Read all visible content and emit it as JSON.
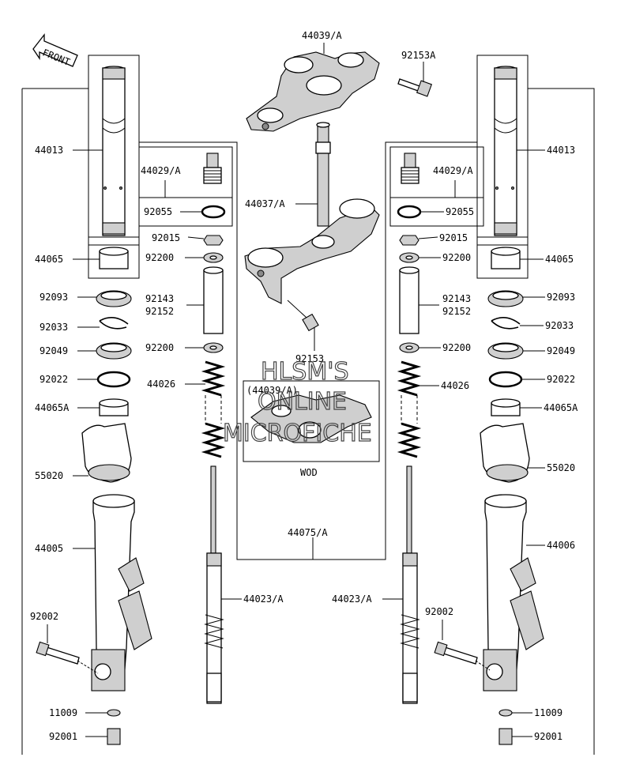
{
  "labels": {
    "l44039A": "44039/A",
    "l92153A": "92153A",
    "front": "FRONT",
    "l44013L": "44013",
    "l44013R": "44013",
    "l44029AL": "44029/A",
    "l44029AR": "44029/A",
    "l92055L": "92055",
    "l92055R": "92055",
    "l44037A": "44037/A",
    "l92015L": "92015",
    "l92015R": "92015",
    "l44065L": "44065",
    "l44065R": "44065",
    "l92200aL": "92200",
    "l92200aR": "92200",
    "l92093L": "92093",
    "l92093R": "92093",
    "l92143L": "92143",
    "l92152L": "92152",
    "l92143R": "92143",
    "l92152R": "92152",
    "l92033L": "92033",
    "l92033R": "92033",
    "l92200bL": "92200",
    "l92200bR": "92200",
    "l92049L": "92049",
    "l92049R": "92049",
    "l92153": "92153",
    "l92022L": "92022",
    "l92022R": "92022",
    "l44026L": "44026",
    "l44026R": "44026",
    "l44039Ap": "(44039/A)",
    "l44065AL": "44065A",
    "l44065AR": "44065A",
    "l55020L": "55020",
    "l55020R": "55020",
    "wod": "WOD",
    "l44075A": "44075/A",
    "l44005": "44005",
    "l44006": "44006",
    "l44023AL": "44023/A",
    "l44023AR": "44023/A",
    "l92002L": "92002",
    "l92002R": "92002",
    "l11009L": "11009",
    "l11009R": "11009",
    "l92001L": "92001",
    "l92001R": "92001"
  },
  "watermark": {
    "line1": "HLSM'S",
    "line2": "ONLINE",
    "line3": "MICROFICHE"
  }
}
